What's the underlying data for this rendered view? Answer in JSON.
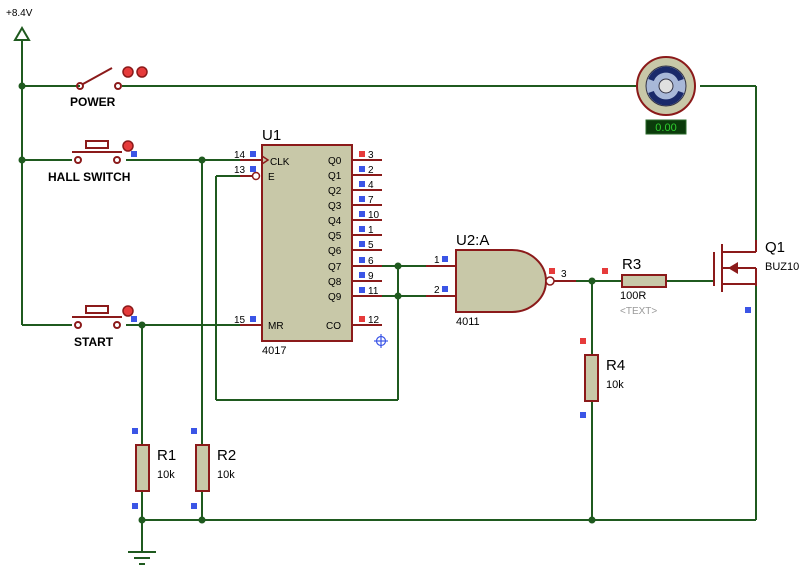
{
  "supply": {
    "label": "+8.4V"
  },
  "switches": {
    "power": "POWER",
    "hall": "HALL SWITCH",
    "start": "START"
  },
  "u1": {
    "ref": "U1",
    "part": "4017",
    "left_pins": [
      {
        "num": "14",
        "name": "CLK"
      },
      {
        "num": "13",
        "name": "E"
      },
      {
        "num": "15",
        "name": "MR"
      }
    ],
    "right_pins": [
      {
        "num": "3",
        "name": "Q0"
      },
      {
        "num": "2",
        "name": "Q1"
      },
      {
        "num": "4",
        "name": "Q2"
      },
      {
        "num": "7",
        "name": "Q3"
      },
      {
        "num": "10",
        "name": "Q4"
      },
      {
        "num": "1",
        "name": "Q5"
      },
      {
        "num": "5",
        "name": "Q6"
      },
      {
        "num": "6",
        "name": "Q7"
      },
      {
        "num": "9",
        "name": "Q8"
      },
      {
        "num": "11",
        "name": "Q9"
      },
      {
        "num": "12",
        "name": "CO"
      }
    ]
  },
  "u2": {
    "ref": "U2:A",
    "part": "4011",
    "pins": [
      "1",
      "2",
      "3"
    ]
  },
  "r1": {
    "ref": "R1",
    "value": "10k"
  },
  "r2": {
    "ref": "R2",
    "value": "10k"
  },
  "r3": {
    "ref": "R3",
    "value": "100R",
    "extra": "<TEXT>"
  },
  "r4": {
    "ref": "R4",
    "value": "10k"
  },
  "q1": {
    "ref": "Q1",
    "part": "BUZ10"
  },
  "motor": {
    "readout": "0.00"
  },
  "colors": {
    "wire": "#1f5a1f",
    "component": "#8b1a1a",
    "ic_fill": "#c8c8a8",
    "pin_blue": "#3b55e6",
    "pin_red": "#e63b3b"
  }
}
